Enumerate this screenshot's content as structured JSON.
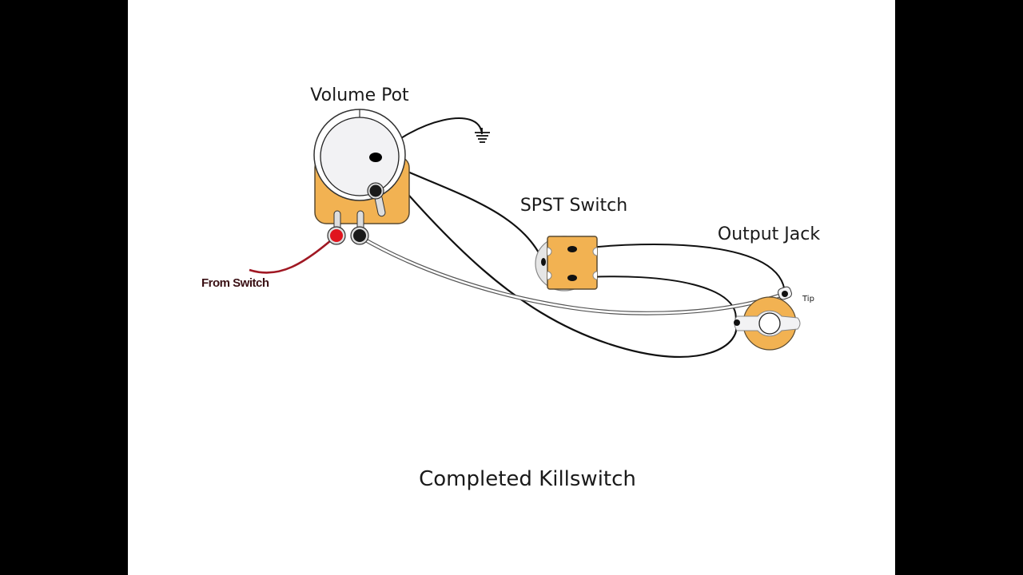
{
  "diagram": {
    "title": "Completed Killswitch",
    "components": {
      "volume_pot": {
        "label": "Volume Pot"
      },
      "spst_switch": {
        "label": "SPST Switch"
      },
      "output_jack": {
        "label": "Output Jack",
        "terminal_label": "Tip"
      },
      "ground": {
        "label": ""
      }
    },
    "wire_labels": {
      "from_switch": "From Switch"
    },
    "colors": {
      "background": "#ffffff",
      "letterbox": "#000000",
      "component_body": "#f2b252",
      "component_outline": "#5a4a30",
      "pot_face": "#f2f2f4",
      "wire": "#111111",
      "hot_wire": "#a01823",
      "hot_lug": "#e0141e",
      "from_switch_text": "#3a1014"
    }
  }
}
